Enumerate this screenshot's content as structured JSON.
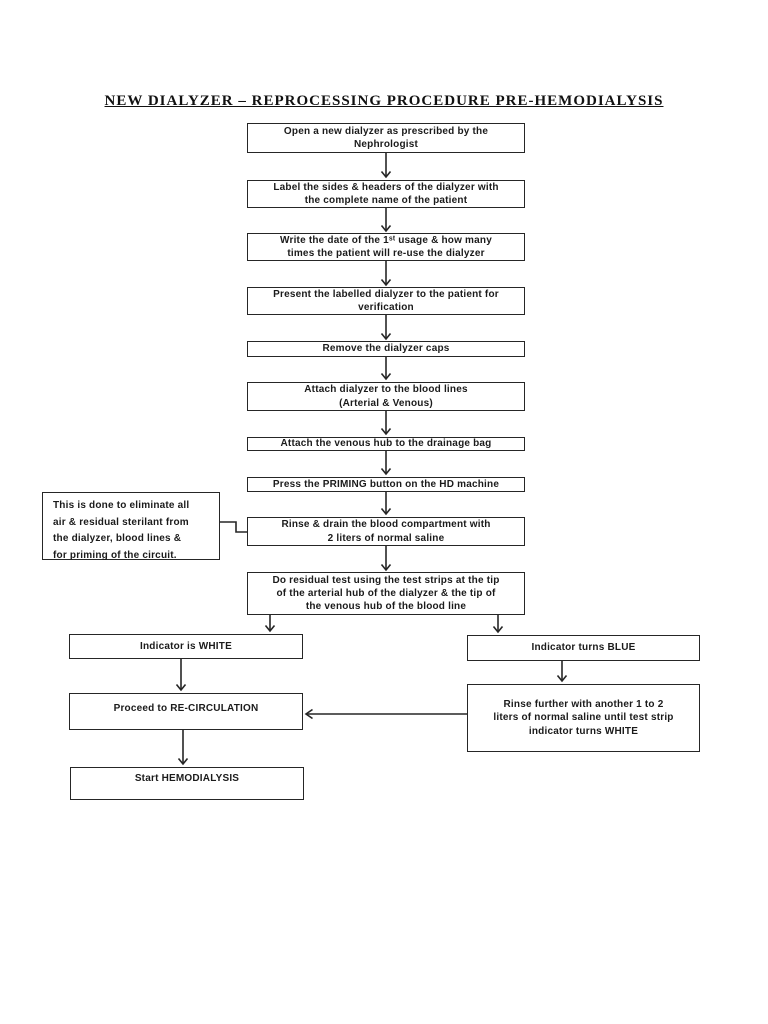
{
  "title": "NEW DIALYZER – REPROCESSING PROCEDURE PRE-HEMODIALYSIS",
  "colors": {
    "ink": "#1b1b1b",
    "line": "#262626",
    "background": "#ffffff"
  },
  "nodes": {
    "open_dialyzer": "Open a new dialyzer as prescribed by the\nNephrologist",
    "label_dialyzer": "Label the sides & headers of the dialyzer with\nthe complete name of the patient",
    "write_date": "Write the date of the 1ˢᵗ usage & how many\ntimes the patient will re-use the dialyzer",
    "present_dialyzer": "Present the labelled dialyzer to the patient for\nverification",
    "remove_caps": "Remove the dialyzer caps",
    "attach_blood_lines": "Attach dialyzer to the blood lines\n(Arterial & Venous)",
    "attach_venous_hub": "Attach the venous hub to the drainage bag",
    "press_priming": "Press the PRIMING button on the HD machine",
    "rinse_drain": "Rinse & drain the blood compartment with\n2 liters of normal saline",
    "residual_test": "Do residual test using the test strips at the tip\nof the arterial hub of the dialyzer & the tip of\nthe venous hub of the blood line",
    "note": "This is done to eliminate all\nair & residual sterilant from\nthe dialyzer, blood lines &\nfor priming of the circuit.",
    "indicator_white": "Indicator is WHITE",
    "proceed_recirculation": "Proceed to RE-CIRCULATION",
    "start_hemodialysis": "Start HEMODIALYSIS",
    "indicator_blue": "Indicator turns BLUE",
    "rinse_further": "Rinse further with another 1 to 2\nliters of normal saline until test strip\nindicator turns WHITE"
  }
}
